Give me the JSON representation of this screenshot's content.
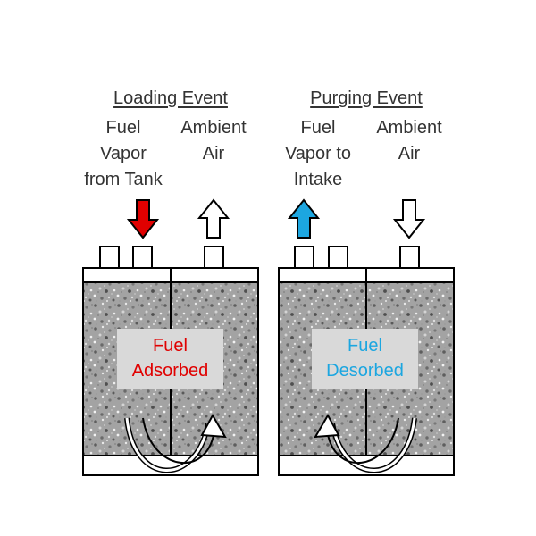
{
  "loading": {
    "heading": "Loading Event",
    "fuel_label": [
      "Fuel",
      "Vapor",
      "from Tank"
    ],
    "ambient_label": [
      "Ambient",
      "Air"
    ],
    "box_label": [
      "Fuel",
      "Adsorbed"
    ],
    "arrow_color": "#e00000",
    "box_text_color": "#e00000"
  },
  "purging": {
    "heading": "Purging Event",
    "fuel_label": [
      "Fuel",
      "Vapor to",
      "Intake"
    ],
    "ambient_label": [
      "Ambient",
      "Air"
    ],
    "box_label": [
      "Fuel",
      "Desorbed"
    ],
    "arrow_color": "#1ca6e0",
    "box_text_color": "#1ca6e0"
  },
  "colors": {
    "text": "#333333",
    "label_box": "#d9d9d9",
    "stroke": "#000000"
  }
}
